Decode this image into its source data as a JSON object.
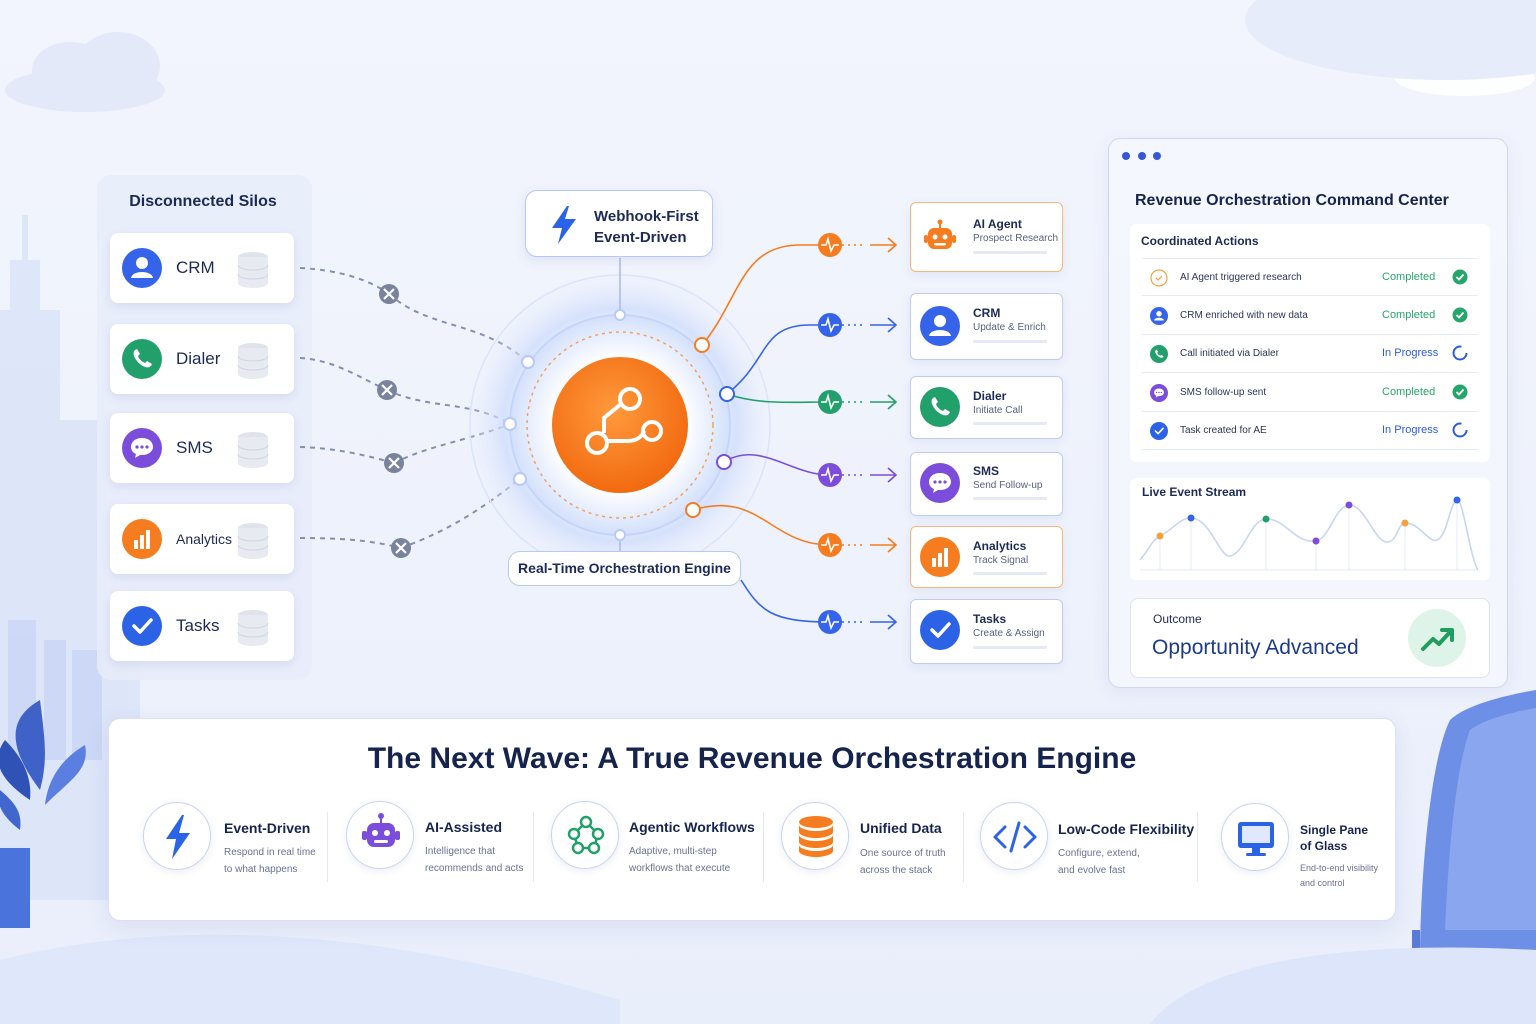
{
  "silos": {
    "title": "Disconnected Silos",
    "items": [
      {
        "label": "CRM",
        "icon": "user-icon",
        "color": "#3563e9"
      },
      {
        "label": "Dialer",
        "icon": "phone-icon",
        "color": "#22a06b"
      },
      {
        "label": "SMS",
        "icon": "chat-icon",
        "color": "#7c4ddb"
      },
      {
        "label": "Analytics",
        "icon": "bar-chart-icon",
        "color": "#f57c1f"
      },
      {
        "label": "Tasks",
        "icon": "check-icon",
        "color": "#2c63e6"
      }
    ]
  },
  "engine": {
    "trigger_line1": "Webhook-First",
    "trigger_line2": "Event-Driven",
    "label": "Real-Time Orchestration Engine",
    "core_icon": "workflow-nodes-icon",
    "core_color": "#f57c1f"
  },
  "targets": [
    {
      "title": "AI Agent",
      "subtitle": "Prospect Research",
      "icon": "robot-icon",
      "color": "#f57c1f"
    },
    {
      "title": "CRM",
      "subtitle": "Update & Enrich",
      "icon": "user-icon",
      "color": "#3563e9"
    },
    {
      "title": "Dialer",
      "subtitle": "Initiate Call",
      "icon": "phone-icon",
      "color": "#22a06b"
    },
    {
      "title": "SMS",
      "subtitle": "Send Follow-up",
      "icon": "chat-icon",
      "color": "#7c4ddb"
    },
    {
      "title": "Analytics",
      "subtitle": "Track Signal",
      "icon": "bar-chart-icon",
      "color": "#f57c1f"
    },
    {
      "title": "Tasks",
      "subtitle": "Create & Assign",
      "icon": "check-icon",
      "color": "#2c63e6"
    }
  ],
  "command_center": {
    "title": "Revenue Orchestration Command Center",
    "coordinated_label": "Coordinated Actions",
    "actions": [
      {
        "text": "AI Agent triggered research",
        "status": "Completed",
        "icon": "robot-icon"
      },
      {
        "text": "CRM enriched with new data",
        "status": "Completed",
        "icon": "user-icon"
      },
      {
        "text": "Call initiated via Dialer",
        "status": "In Progress",
        "icon": "phone-icon"
      },
      {
        "text": "SMS follow-up sent",
        "status": "Completed",
        "icon": "chat-icon"
      },
      {
        "text": "Task created for AE",
        "status": "In Progress",
        "icon": "check-icon"
      }
    ],
    "stream_label": "Live Event Stream",
    "outcome_label": "Outcome",
    "outcome_value": "Opportunity Advanced",
    "outcome_icon": "trend-up-icon"
  },
  "banner": {
    "title": "The Next Wave: A True Revenue Orchestration Engine",
    "features": [
      {
        "title": "Event-Driven",
        "desc1": "Respond in real time",
        "desc2": "to what happens",
        "icon": "lightning-icon"
      },
      {
        "title": "AI-Assisted",
        "desc1": "Intelligence that",
        "desc2": "recommends and acts",
        "icon": "robot-icon"
      },
      {
        "title": "Agentic Workflows",
        "desc1": "Adaptive, multi-step",
        "desc2": "workflows that execute",
        "icon": "network-icon"
      },
      {
        "title": "Unified Data",
        "desc1": "One source of truth",
        "desc2": "across the stack",
        "icon": "database-icon"
      },
      {
        "title": "Low-Code Flexibility",
        "desc1": "Configure, extend,",
        "desc2": "and evolve fast",
        "icon": "code-icon"
      },
      {
        "title1": "Single Pane",
        "title2": "of Glass",
        "desc1": "End-to-end visibility",
        "desc2": "and control",
        "icon": "monitor-icon"
      }
    ]
  },
  "colors": {
    "navy": "#16244d",
    "blue": "#3563e9",
    "green": "#22a06b",
    "purple": "#7c4ddb",
    "orange": "#f57c1f",
    "completed": "#27a66b",
    "in_progress": "#2b5ce0"
  }
}
